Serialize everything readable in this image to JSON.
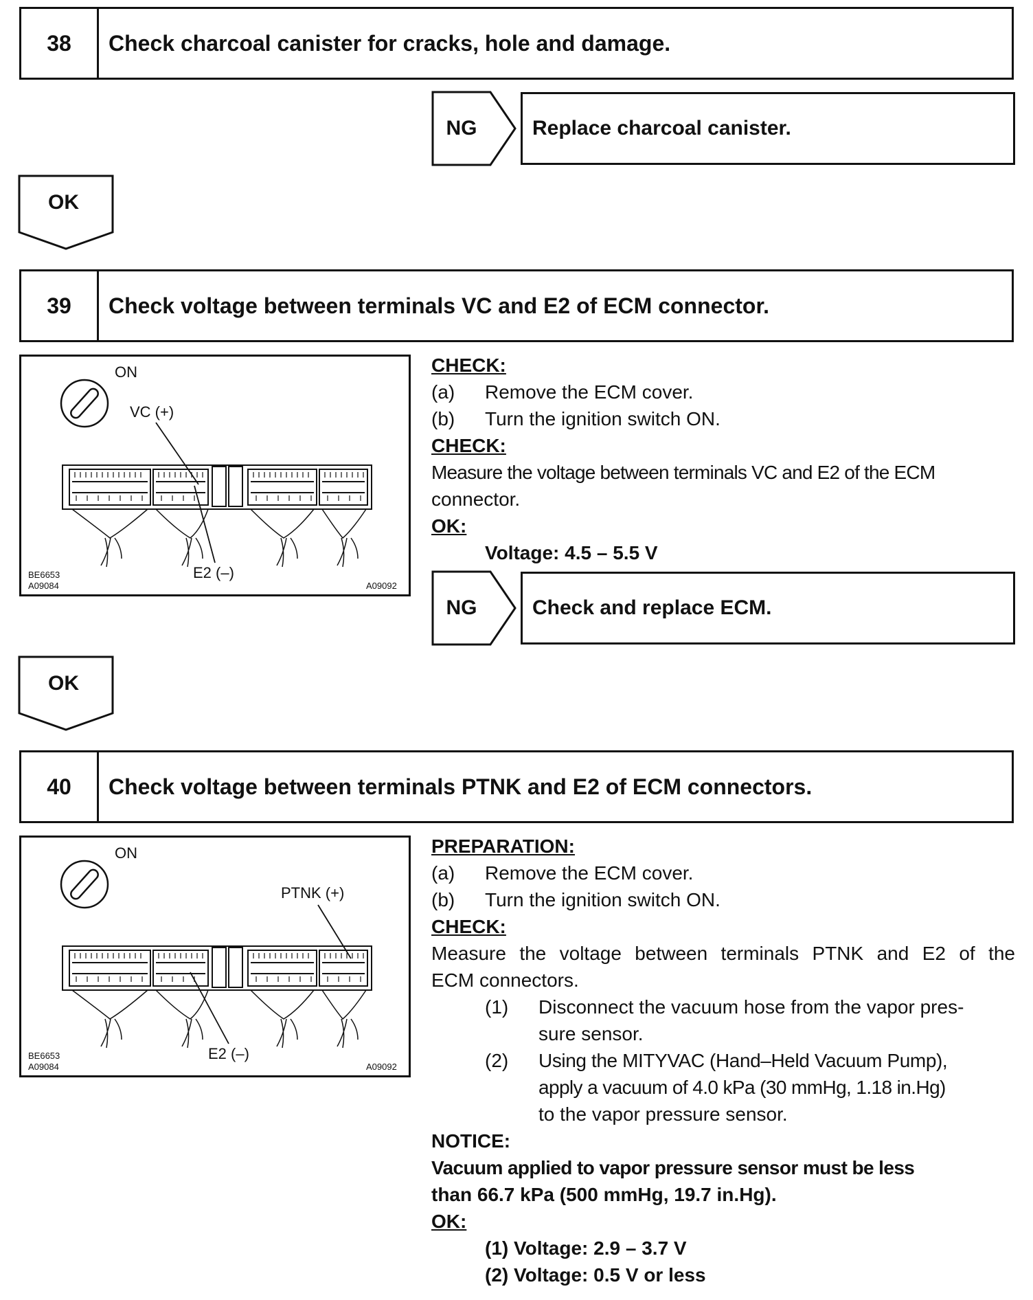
{
  "step38": {
    "number": "38",
    "title": "Check charcoal canister for cracks, hole and damage.",
    "ng_label": "NG",
    "ng_action": "Replace charcoal canister.",
    "ok_label": "OK"
  },
  "step39": {
    "number": "39",
    "title": "Check voltage between terminals VC and E2 of ECM connector.",
    "figure": {
      "on_label": "ON",
      "plus_label": "VC (+)",
      "minus_label": "E2 (–)",
      "code_left_1": "BE6653",
      "code_left_2": "A09084",
      "code_right": "A09092"
    },
    "heading1": "CHECK:",
    "a_mark": "(a)",
    "a_text": "Remove the ECM cover.",
    "b_mark": "(b)",
    "b_text": "Turn the ignition switch ON.",
    "heading2": "CHECK:",
    "measure_line1": "Measure the voltage between terminals VC and E2 of the ECM",
    "measure_line2": "connector.",
    "ok_heading": "OK:",
    "voltage": "Voltage: 4.5 – 5.5 V",
    "ng_label": "NG",
    "ng_action": "Check and replace ECM.",
    "ok_label": "OK"
  },
  "step40": {
    "number": "40",
    "title": "Check voltage between terminals PTNK and E2 of ECM connectors.",
    "figure": {
      "on_label": "ON",
      "plus_label": "PTNK (+)",
      "minus_label": "E2 (–)",
      "code_left_1": "BE6653",
      "code_left_2": "A09084",
      "code_right": "A09092"
    },
    "heading1": "PREPARATION:",
    "a_mark": "(a)",
    "a_text": "Remove the ECM cover.",
    "b_mark": "(b)",
    "b_text": "Turn the ignition switch ON.",
    "heading2": "CHECK:",
    "measure_line1": "Measure the voltage between terminals PTNK and E2 of the",
    "measure_line2": "ECM connectors.",
    "sub1_mark": "(1)",
    "sub1_line1": "Disconnect the vacuum hose from the vapor pres-",
    "sub1_line2": "sure sensor.",
    "sub2_mark": "(2)",
    "sub2_line1": "Using the MITYVAC (Hand–Held Vacuum Pump),",
    "sub2_line2": "apply a vacuum of 4.0 kPa (30 mmHg, 1.18 in.Hg)",
    "sub2_line3": "to the vapor pressure sensor.",
    "notice_heading": "NOTICE:",
    "notice_line1": "Vacuum applied to vapor pressure sensor must be less",
    "notice_line2": "than 66.7 kPa (500 mmHg, 19.7 in.Hg).",
    "ok_heading": "OK:",
    "ok_line1": "(1) Voltage: 2.9 – 3.7 V",
    "ok_line2": "(2) Voltage: 0.5 V or less"
  }
}
